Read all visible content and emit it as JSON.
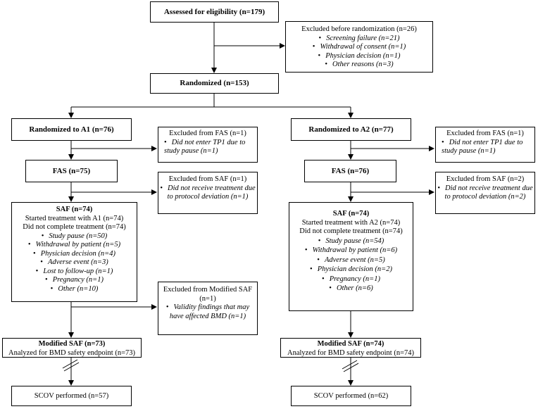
{
  "assessed": "Assessed for eligibility (n=179)",
  "excluded_before": {
    "title": "Excluded before randomization (n=26)",
    "items": [
      "Screening failure (n=21)",
      "Withdrawal of consent (n=1)",
      "Physician decision (n=1)",
      "Other reasons (n=3)"
    ]
  },
  "randomized": "Randomized (n=153)",
  "arm_a1": {
    "randomized": "Randomized to A1 (n=76)",
    "excl_fas": {
      "title": "Excluded from FAS (n=1)",
      "items": [
        "Did not enter TP1 due to study pause (n=1)"
      ]
    },
    "fas": "FAS (n=75)",
    "excl_saf": {
      "title": "Excluded from SAF (n=1)",
      "items": [
        "Did not receive treatment due to protocol deviation (n=1)"
      ]
    },
    "saf": {
      "title": "SAF (n=74)",
      "line1": "Started treatment with A1 (n=74)",
      "line2": "Did not complete treatment (n=74)",
      "items": [
        "Study pause (n=50)",
        "Withdrawal by patient (n=5)",
        "Physician decision (n=4)",
        "Adverse event (n=3)",
        "Lost to follow-up (n=1)",
        "Pregnancy (n=1)",
        "Other (n=10)"
      ]
    },
    "excl_mod": {
      "title": "Excluded from Modified SAF",
      "title2": "(n=1)",
      "items": [
        "Validity findings that may have affected BMD (n=1)"
      ]
    },
    "mod_saf": {
      "title": "Modified SAF (n=73)",
      "line": "Analyzed for BMD safety endpoint (n=73)"
    },
    "scov": "SCOV performed (n=57)"
  },
  "arm_a2": {
    "randomized": "Randomized to A2 (n=77)",
    "excl_fas": {
      "title": "Excluded from FAS (n=1)",
      "items": [
        "Did not enter TP1 due to study pause (n=1)"
      ]
    },
    "fas": "FAS (n=76)",
    "excl_saf": {
      "title": "Excluded from SAF (n=2)",
      "items": [
        "Did not receive treatment due to protocol deviation (n=2)"
      ]
    },
    "saf": {
      "title": "SAF (n=74)",
      "line1": "Started treatment with A2 (n=74)",
      "line2": "Did not complete treatment (n=74)",
      "items": [
        "Study pause (n=54)",
        "Withdrawal by patient (n=6)",
        "Adverse event (n=5)",
        "Physician decision (n=2)",
        "Pregnancy (n=1)",
        "Other (n=6)"
      ]
    },
    "mod_saf": {
      "title": "Modified SAF (n=74)",
      "line": "Analyzed for BMD safety endpoint (n=74)"
    },
    "scov": "SCOV performed (n=62)"
  }
}
